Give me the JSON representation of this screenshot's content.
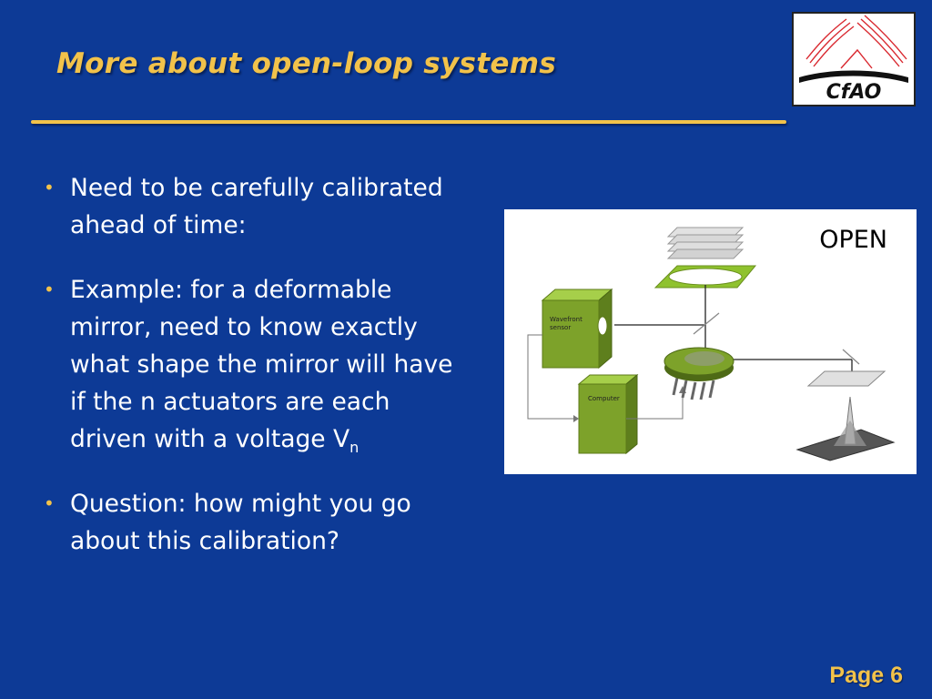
{
  "slide": {
    "title": "More about open-loop systems",
    "page_label": "Page 6",
    "logo": {
      "text": "CfAO",
      "accent_color": "#d9282f"
    },
    "accent_color": "#f2c24a",
    "background_color": "#0d3a96"
  },
  "bullets": [
    {
      "text": "Need to be carefully calibrated ahead of time:"
    },
    {
      "text": "Example: for a deformable mirror, need to know exactly what shape the mirror will have if the n actuators are each driven with a voltage V",
      "subscript": "n"
    },
    {
      "text": "Question: how might you go about this calibration?"
    }
  ],
  "figure": {
    "label": "OPEN",
    "wavefront_sensor_label_line1": "Wavefront",
    "wavefront_sensor_label_line2": "sensor",
    "computer_label": "Computer",
    "component_color": "#7da22a"
  }
}
